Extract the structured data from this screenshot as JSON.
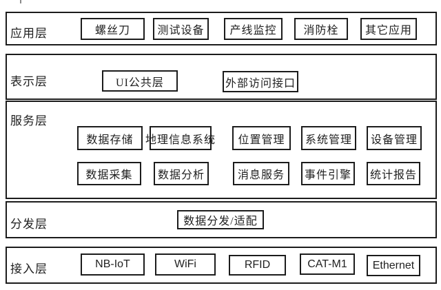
{
  "colors": {
    "border": "#1b1b1b",
    "text": "#1f1f1f",
    "background": "#ffffff"
  },
  "layers": [
    {
      "label": "应用层",
      "items": [
        {
          "label": "螺丝刀"
        },
        {
          "label": "测试设备"
        },
        {
          "label": "产线监控"
        },
        {
          "label": "消防栓"
        },
        {
          "label": "其它应用"
        }
      ]
    },
    {
      "label": "表示层",
      "items": [
        {
          "label": "UI公共层"
        },
        {
          "label": "外部访问接口"
        }
      ]
    },
    {
      "label": "服务层",
      "items": [
        {
          "label": "数据存储"
        },
        {
          "label": "地理信息系统"
        },
        {
          "label": "位置管理"
        },
        {
          "label": "系统管理"
        },
        {
          "label": "设备管理"
        },
        {
          "label": "数据采集"
        },
        {
          "label": "数据分析"
        },
        {
          "label": "消息服务"
        },
        {
          "label": "事件引擎"
        },
        {
          "label": "统计报告"
        }
      ]
    },
    {
      "label": "分发层",
      "items": [
        {
          "label": "数据分发/适配"
        }
      ]
    },
    {
      "label": "接入层",
      "items": [
        {
          "label": "NB-IoT"
        },
        {
          "label": "WiFi"
        },
        {
          "label": "RFID"
        },
        {
          "label": "CAT-M1"
        },
        {
          "label": "Ethernet"
        }
      ]
    }
  ]
}
